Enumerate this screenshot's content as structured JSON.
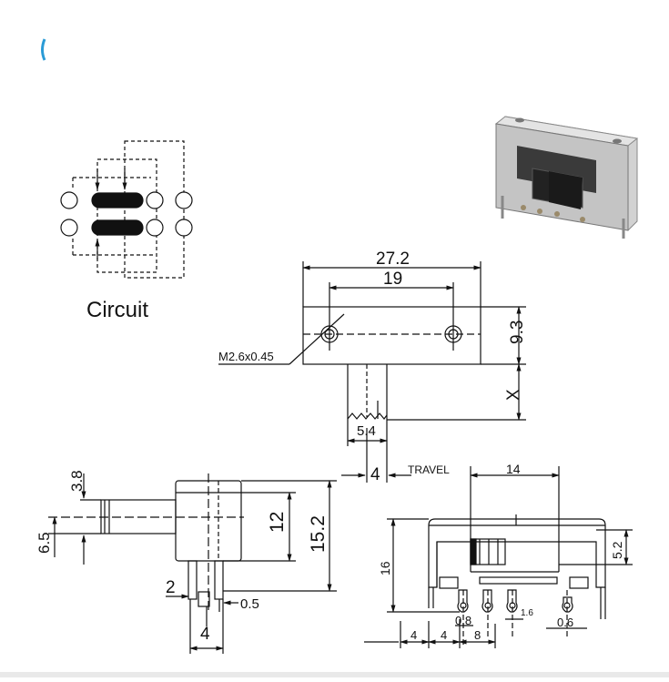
{
  "circuit": {
    "label": "Circuit"
  },
  "top_view": {
    "dim_overall": "27.2",
    "dim_holes": "19",
    "dim_height": "9.3",
    "dim_x": "X",
    "dim_lever": "5.4",
    "dim_travel": "4",
    "travel_label": "TRAVEL",
    "screw_label": "M2.6x0.45"
  },
  "side_view": {
    "dim_top": "3.8",
    "dim_left": "6.5",
    "dim_12": "12",
    "dim_15_2": "15.2",
    "dim_2": "2",
    "dim_0_5": "0.5",
    "dim_4": "4"
  },
  "front_view": {
    "dim_14": "14",
    "dim_16": "16",
    "dim_5_2": "5.2",
    "dim_0_8": "0.8",
    "dim_1_6": "1.6",
    "dim_0_6": "0.6",
    "dim_4a": "4",
    "dim_4b": "4",
    "dim_8": "8"
  },
  "colors": {
    "accent": "#2a9bd6",
    "line": "#111111"
  }
}
